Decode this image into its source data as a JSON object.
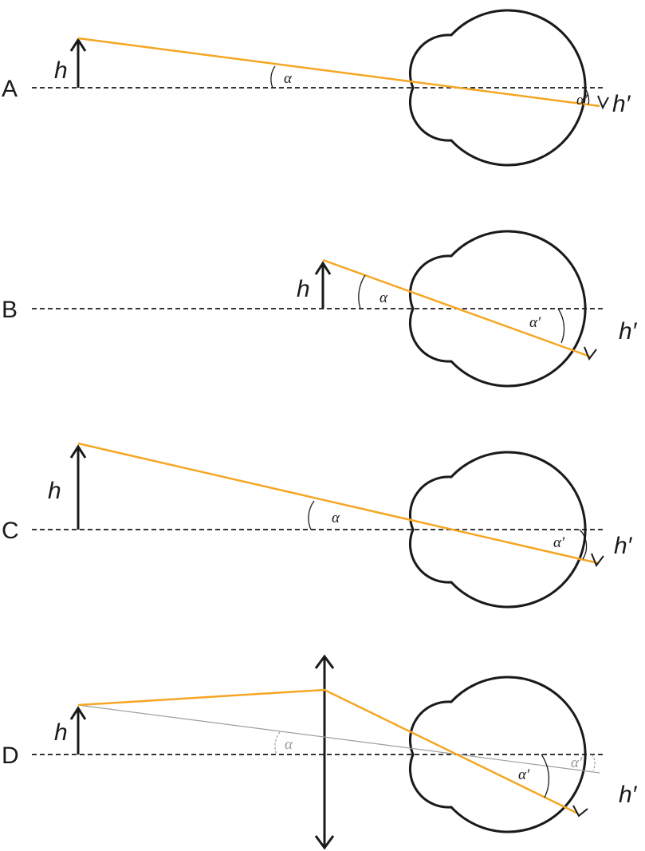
{
  "colors": {
    "ray": "#f5a623",
    "ink": "#1a1a1a",
    "faint_ray": "#9e9e9e"
  },
  "panels": [
    {
      "id": "A",
      "label": "A",
      "object_label": "h",
      "image_label": "h′",
      "object_angle": "α",
      "image_angle": "α′"
    },
    {
      "id": "B",
      "label": "B",
      "object_label": "h",
      "image_label": "h′",
      "object_angle": "α",
      "image_angle": "α′"
    },
    {
      "id": "C",
      "label": "C",
      "object_label": "h",
      "image_label": "h′",
      "object_angle": "α",
      "image_angle": "α′"
    },
    {
      "id": "D",
      "label": "D",
      "object_label": "h",
      "image_label": "h′",
      "object_angle": "α",
      "image_angle": "α′",
      "faint_image_angle": "α′"
    }
  ]
}
